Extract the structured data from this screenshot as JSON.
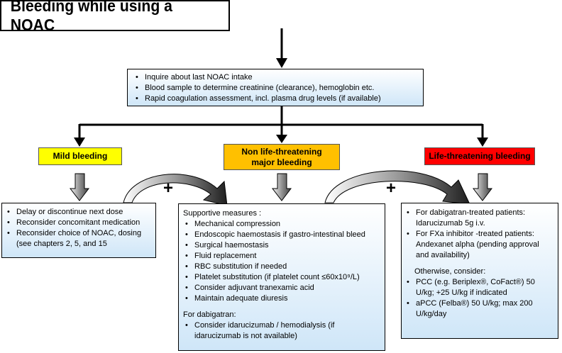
{
  "title": "Bleeding while using a NOAC",
  "initial_steps": [
    "Inquire about last NOAC intake",
    "Blood sample to determine creatinine (clearance), hemoglobin etc.",
    "Rapid coagulation assessment, incl. plasma drug levels (if available)"
  ],
  "categories": {
    "mild": {
      "label": "Mild bleeding",
      "color": "#ffff00"
    },
    "moderate": {
      "label_line1": "Non life-threatening",
      "label_line2": "major bleeding",
      "color": "#ffc000"
    },
    "severe": {
      "label": "Life-threatening bleeding",
      "color": "#ff0000"
    }
  },
  "plus_sign": "+",
  "mild_actions": [
    "Delay or discontinue next dose",
    "Reconsider concomitant medication",
    "Reconsider choice of NOAC, dosing (see chapters 2,  5, and 15"
  ],
  "moderate_actions": {
    "heading": "Supportive measures :",
    "items": [
      "Mechanical compression",
      "Endoscopic haemostasis if gastro-intestinal bleed",
      "Surgical haemostasis",
      "Fluid replacement",
      "RBC substitution if needed",
      "Platelet substitution (if platelet count ≤60x10⁹/L)",
      "Consider adjuvant tranexamic acid",
      "Maintain adequate diuresis"
    ],
    "dabigatran_heading": "For dabigatran:",
    "dabigatran_items": [
      "Consider idarucizumab / hemodialysis (if idarucizumab is not available)"
    ]
  },
  "severe_actions": {
    "items": [
      "For dabigatran-treated patients: Idarucizumab 5g i.v.",
      "For FXa inhibitor -treated patients: Andexanet alpha (pending approval and availability)"
    ],
    "otherwise_heading": "Otherwise, consider:",
    "otherwise_items": [
      "PCC (e.g. Beriplex®, CoFact®) 50 U/kg; +25 U/kg if indicated",
      "aPCC (Felba®) 50 U/kg; max 200 U/kg/day"
    ]
  }
}
